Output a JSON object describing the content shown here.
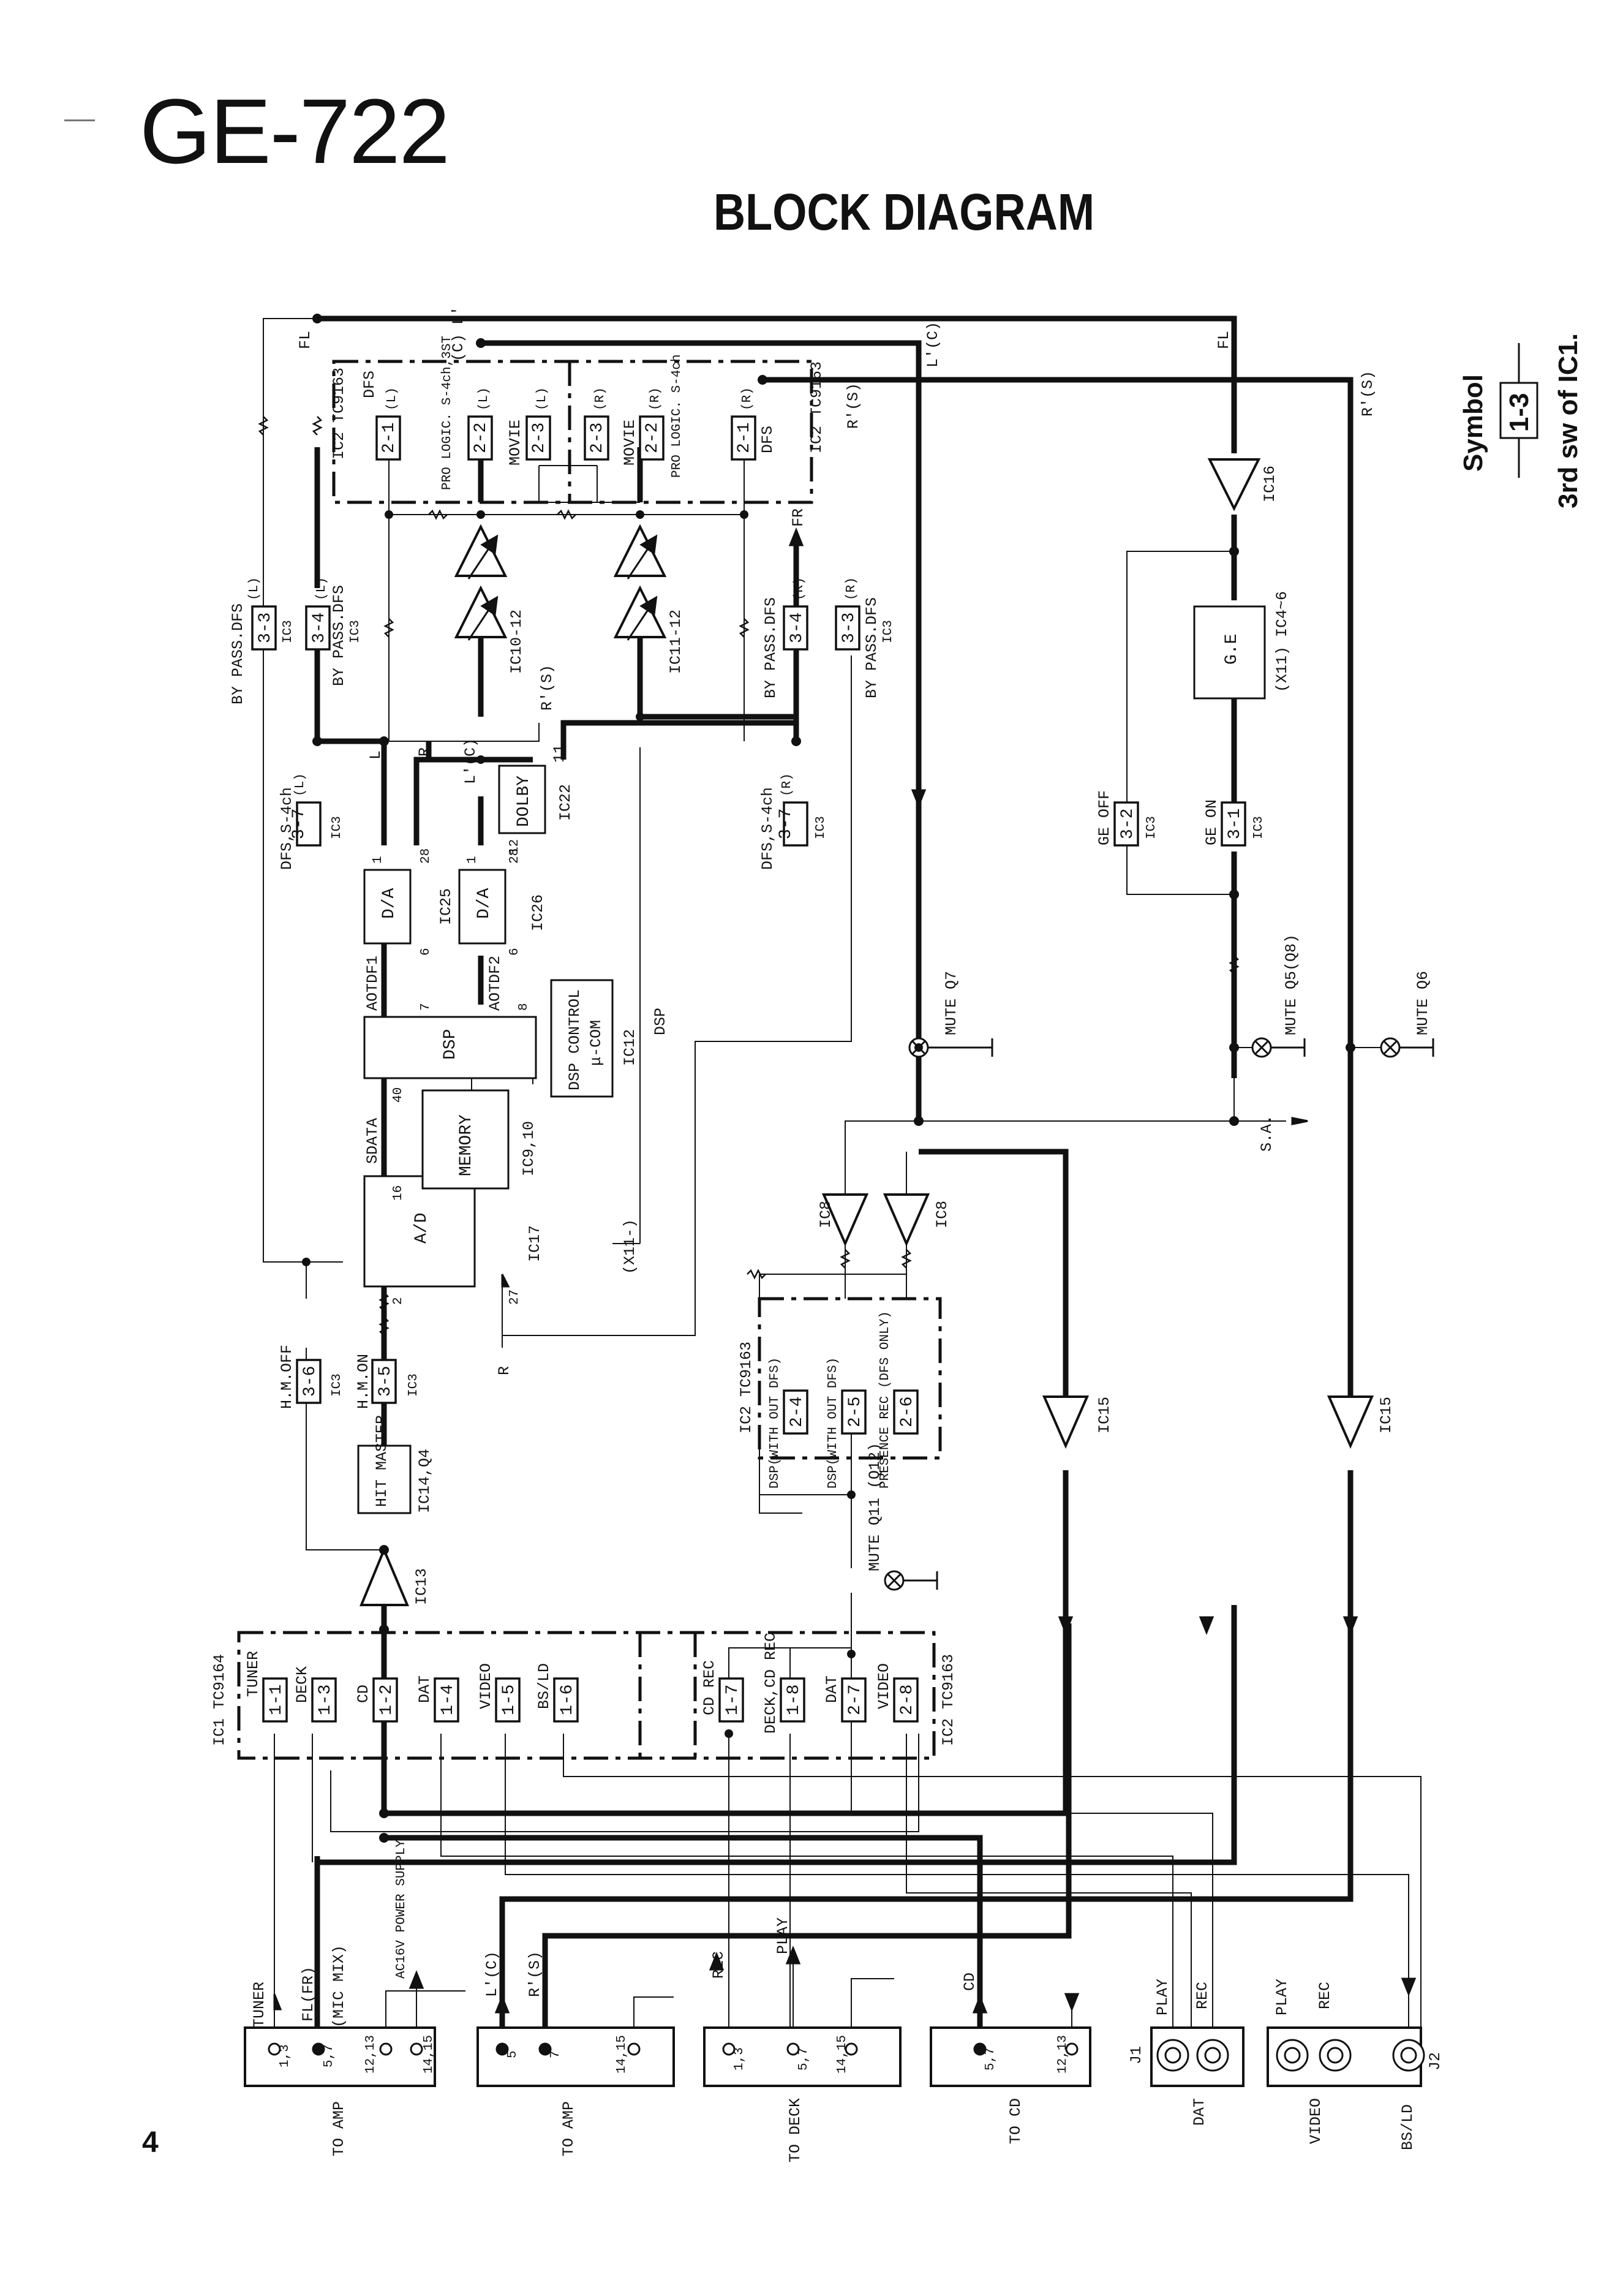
{
  "page": {
    "model": "GE-722",
    "heading": "BLOCK DIAGRAM",
    "page_number": "4"
  },
  "symbol_legend": {
    "title": "Symbol",
    "example": "1-3",
    "explanation": "3rd sw of IC1."
  },
  "blocks": {
    "ic13": "IC13",
    "hit_master": "HIT MASTER",
    "hit_master_ref": "IC14,Q4",
    "ad": "A/D",
    "ad_ref": "IC17",
    "memory": "MEMORY",
    "memory_ref": "IC9,10",
    "dsp": "DSP",
    "dsp_control": "DSP CONTROL",
    "dsp_control_mu": "μ-COM",
    "dsp_control_ref": "IC12",
    "dsp_region": "DSP",
    "dsp_region_ref": "(X11-)",
    "da1": "D/A",
    "da1_ref": "IC25",
    "da2": "D/A",
    "da2_ref": "IC26",
    "dolby": "DOLBY",
    "dolby_ref": "IC22",
    "vca_l_ref": "IC10-12",
    "vca_r_ref": "IC11-12",
    "ge": "G.E",
    "ge_ref": "(X11) IC4~6",
    "ic16": "IC16",
    "ic8_a": "IC8",
    "ic8_b": "IC8",
    "ic15_a": "IC15",
    "ic15_b": "IC15"
  },
  "switches": {
    "ic1_name": "IC1 TC9164",
    "ic2_in_name": "IC2 TC9163",
    "ic2_out_name": "IC2 TC9163",
    "ic2_out_name_r": "IC2 TC9163",
    "ic2_dsp_name": "IC2 TC9163",
    "sw_1_1": "1-1",
    "sw_1_1_lbl": "TUNER",
    "sw_1_3": "1-3",
    "sw_1_3_lbl": "DECK",
    "sw_1_2": "1-2",
    "sw_1_2_lbl": "CD",
    "sw_1_4": "1-4",
    "sw_1_4_lbl": "DAT",
    "sw_1_5": "1-5",
    "sw_1_5_lbl": "VIDEO",
    "sw_1_6": "1-6",
    "sw_1_6_lbl": "BS/LD",
    "sw_1_7": "1-7",
    "sw_1_7_lbl": "CD REC",
    "sw_1_8": "1-8",
    "sw_1_8_lbl": "DECK,CD REC",
    "sw_2_7": "2-7",
    "sw_2_7_lbl": "DAT",
    "sw_2_8": "2-8",
    "sw_2_8_lbl": "VIDEO",
    "sw_2_4": "2-4",
    "sw_2_4_lbl": "DSP(WITH OUT DFS)",
    "sw_2_5": "2-5",
    "sw_2_5_lbl": "DSP(WITH OUT DFS)",
    "sw_2_6": "2-6",
    "sw_2_6_lbl": "PRESENCE REC (DFS ONLY)",
    "sw_3_6": "3-6",
    "sw_3_6_lbl": "H.M.OFF",
    "sw_3_6_ref": "IC3",
    "sw_3_5": "3-5",
    "sw_3_5_lbl": "H.M.ON",
    "sw_3_5_ref": "IC3",
    "sw_3_7l": "3-7",
    "sw_3_7l_lbl": "DFS,S-4ch",
    "sw_3_7l_ch": "(L)",
    "sw_3_7l_ref": "IC3",
    "sw_3_7r": "3-7",
    "sw_3_7r_lbl": "DFS,S-4ch",
    "sw_3_7r_ch": "(R)",
    "sw_3_7r_ref": "IC3",
    "sw_3_3l": "3-3",
    "sw_3_3l_lbl": "BY PASS.DFS",
    "sw_3_3l_ch": "(L)",
    "sw_3_3l_ref": "IC3",
    "sw_3_4l": "3-4",
    "sw_3_4l_lbl": "BY PASS.DFS",
    "sw_3_4l_ch": "(L)",
    "sw_3_4l_ref": "IC3",
    "sw_3_4r": "3-4",
    "sw_3_4r_lbl": "BY PASS.DFS",
    "sw_3_4r_ch": "(R)",
    "sw_3_4r_ref": "IC3",
    "sw_3_3r": "3-3",
    "sw_3_3r_lbl": "BY PASS.DFS",
    "sw_3_3r_ch": "(R)",
    "sw_3_3r_ref": "IC3",
    "sw_3_2": "3-2",
    "sw_3_2_lbl": "GE OFF",
    "sw_3_2_ref": "IC3",
    "sw_3_1": "3-1",
    "sw_3_1_lbl": "GE ON",
    "sw_3_1_ref": "IC3",
    "sw_2_1l": "2-1",
    "sw_2_1l_lbl": "DFS",
    "sw_2_1l_ch": "(L)",
    "sw_2_2l": "2-2",
    "sw_2_2l_lbl": "PRO LOGIC. S-4ch,3ST",
    "sw_2_2l_ch": "(L)",
    "sw_2_3l": "2-3",
    "sw_2_3l_lbl": "MOVIE",
    "sw_2_3l_ch": "(L)",
    "sw_2_3r": "2-3",
    "sw_2_3r_ch": "(R)",
    "sw_2_2r": "2-2",
    "sw_2_2r_lbl": "MOVIE",
    "sw_2_2r_ch": "(R)",
    "sw_2_2r2_lbl": "PRO LOGIC. S-4ch",
    "sw_2_2r2_ch": "(R)",
    "sw_2_1r": "2-1",
    "sw_2_1r_lbl": "DFS",
    "sw_2_1r_ch": "(R)"
  },
  "mutes": {
    "q7": "MUTE Q7",
    "q5": "MUTE Q5(Q8)",
    "q6": "MUTE Q6",
    "q11": "MUTE Q11 (Q12)"
  },
  "signals": {
    "fl_top": "FL",
    "fl_right": "FL",
    "lc_top": "(C) L'",
    "lc_right": "L'(C)",
    "rs_top": "R'(S)",
    "rs_right": "R'(S)",
    "fr": "FR",
    "l": "L",
    "r": "R",
    "lc_mid": "L'(C)",
    "rs_mid": "R'(S)",
    "sdata": "SDATA",
    "aotdf1": "AOTDF1",
    "aotdf2": "AOTDF2",
    "r_in": "R",
    "sa": "S.A.",
    "pin_1a": "1",
    "pin_28a": "28",
    "pin_6a": "6",
    "pin_7": "7",
    "pin_1b": "1",
    "pin_28b": "28",
    "pin_6b": "6",
    "pin_8": "8",
    "pin_12": "12",
    "pin_11": "11",
    "pin_40": "40",
    "pin_16": "16",
    "pin_2": "2",
    "pin_27": "27"
  },
  "connectors": {
    "amp1": {
      "caption": "TO AMP",
      "tuner": "TUNER",
      "fl_fr": "FL(FR)",
      "mic": "(MIC MIX)",
      "power": "AC16V POWER SUPPLY",
      "p1": "1,3",
      "p2": "5,7",
      "p3": "12,13",
      "p4": "14,15"
    },
    "amp2": {
      "caption": "TO AMP",
      "lc": "L'(C)",
      "rs": "R'(S)",
      "p1": "5",
      "p2": "7",
      "p3": "14,15"
    },
    "deck": {
      "caption": "TO DECK",
      "rec": "REC",
      "play": "PLAY",
      "p1": "1,3",
      "p2": "5,7",
      "p3": "14,15"
    },
    "cd": {
      "caption": "TO CD",
      "cd": "CD",
      "p1": "5,7",
      "p2": "12,13"
    },
    "dat": {
      "caption": "DAT",
      "j": "J1",
      "play": "PLAY",
      "rec": "REC"
    },
    "video": {
      "caption": "VIDEO",
      "play": "PLAY",
      "rec": "REC"
    },
    "bsld": {
      "caption": "BS/LD",
      "jack": "J2"
    }
  }
}
